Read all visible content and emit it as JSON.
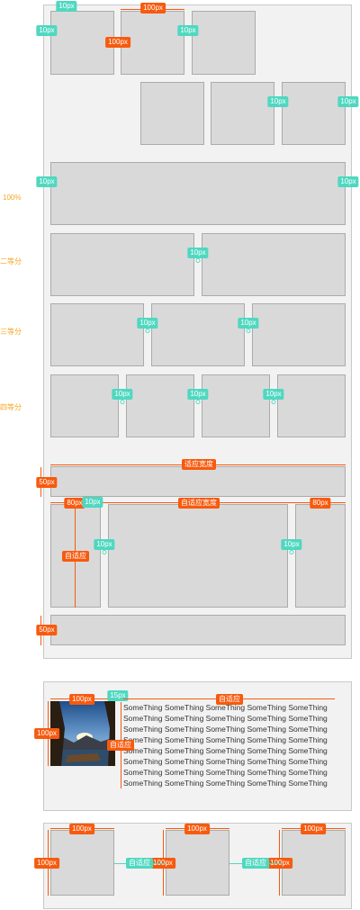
{
  "labels": {
    "px10": "10px",
    "px15": "15px",
    "px50": "50px",
    "px80": "80px",
    "px100": "100px",
    "full": "100%",
    "halves": "二等分",
    "thirds": "三等分",
    "quarters": "四等分",
    "adaptive_width": "适应宽度",
    "auto_width": "自适应宽度",
    "auto": "自适应"
  },
  "text_lines": [
    "SomeThing SomeThing SomeThing SomeThing SomeThing",
    "SomeThing SomeThing SomeThing SomeThing SomeThing",
    "SomeThing SomeThing SomeThing SomeThing SomeThing",
    "SomeThing SomeThing SomeThing SomeThing SomeThing",
    "SomeThing SomeThing SomeThing SomeThing SomeThing",
    "SomeThing SomeThing SomeThing SomeThing SomeThing",
    "SomeThing SomeThing SomeThing SomeThing SomeThing",
    "SomeThing SomeThing SomeThing SomeThing SomeThing"
  ],
  "colors": {
    "orange": "#f75a0e",
    "teal": "#4fd8c0",
    "side_label": "#f5a623",
    "box": "#d9d9d9",
    "panel": "#f2f2f2"
  },
  "icons": [
    "landscape-photo"
  ]
}
